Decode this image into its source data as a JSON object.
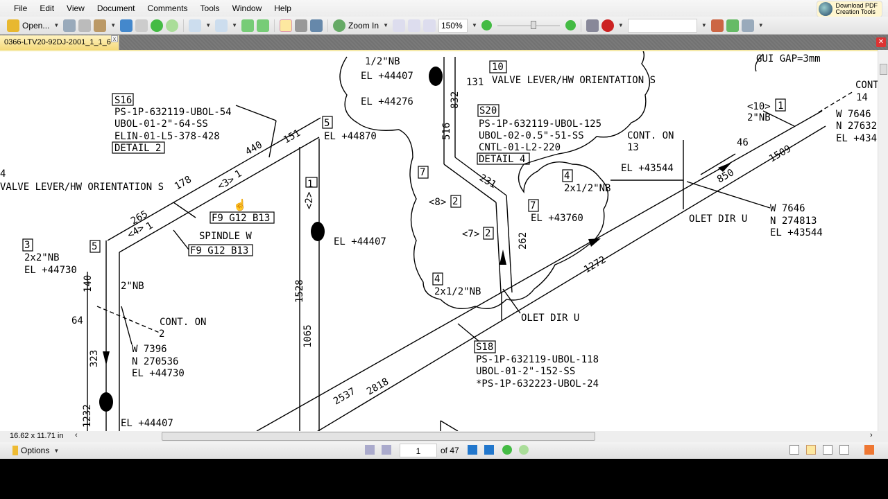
{
  "menu": [
    "File",
    "Edit",
    "View",
    "Document",
    "Comments",
    "Tools",
    "Window",
    "Help"
  ],
  "download": {
    "line1": "Download PDF",
    "line2": "Creation Tools"
  },
  "toolbar": {
    "open": "Open...",
    "zoom_in": "Zoom In",
    "zoom_level": "150%",
    "find": ""
  },
  "tab": {
    "title": "0366-LTV20-92DJ-2001_1_1_6",
    "close": "x"
  },
  "status": {
    "page_size": "16.62 x 11.71 in"
  },
  "nav": {
    "options": "Options",
    "page": "1",
    "of": "of 47"
  },
  "drawing": {
    "labels": [
      "1/2\"NB",
      "EL +44407",
      "10",
      "VALVE LEVER/HW ORIENTATION S",
      "131",
      "GUI GAP=3mm",
      "CONT",
      "14",
      "EL +44276",
      "832",
      "S20",
      "PS-1P-632119-UBOL-125",
      "UBOL-02-0.5\"-51-SS",
      "CNTL-01-L2-220",
      "DETAIL 4",
      "516",
      "S16",
      "PS-1P-632119-UBOL-54",
      "UBOL-01-2\"-64-SS",
      "ELIN-01-L5-378-428",
      "DETAIL 2",
      "5",
      "EL +44870",
      "151",
      "440",
      "<10>",
      "1",
      "2\"NB",
      "W 7646",
      "N 27632",
      "EL +434",
      "CONT. ON",
      "13",
      "46",
      "EL +43544",
      "850",
      "1509",
      "4",
      "VALVE LEVER/HW ORIENTATION S",
      "178",
      "<3>",
      "1",
      "265",
      "<4>",
      "1",
      "F9 G12 B13",
      "SPINDLE W",
      "F9 G12 B13",
      "1",
      "<2>",
      "7",
      "231",
      "4",
      "2x1/2\"NB",
      "<8>",
      "2",
      "7",
      "EL +43760",
      "<7>",
      "2",
      "262",
      "W 7646",
      "N 274813",
      "EL +43544",
      "OLET DIR U",
      "3",
      "2x2\"NB",
      "EL +44730",
      "5",
      "EL +44407",
      "2\"NB",
      "140",
      "64",
      "CONT. ON",
      "2",
      "W 7396",
      "N 270536",
      "EL +44730",
      "323",
      "1232",
      "EL +44407",
      "1528",
      "1065",
      "1272",
      "4",
      "2x1/2\"NB",
      "OLET DIR U",
      "S18",
      "PS-1P-632119-UBOL-118",
      "UBOL-01-2\"-152-SS",
      "*PS-1P-632223-UBOL-24",
      "2537",
      "2818"
    ]
  },
  "colors": {
    "tab": "#f5d97a",
    "accent": "#3a7bd5"
  }
}
